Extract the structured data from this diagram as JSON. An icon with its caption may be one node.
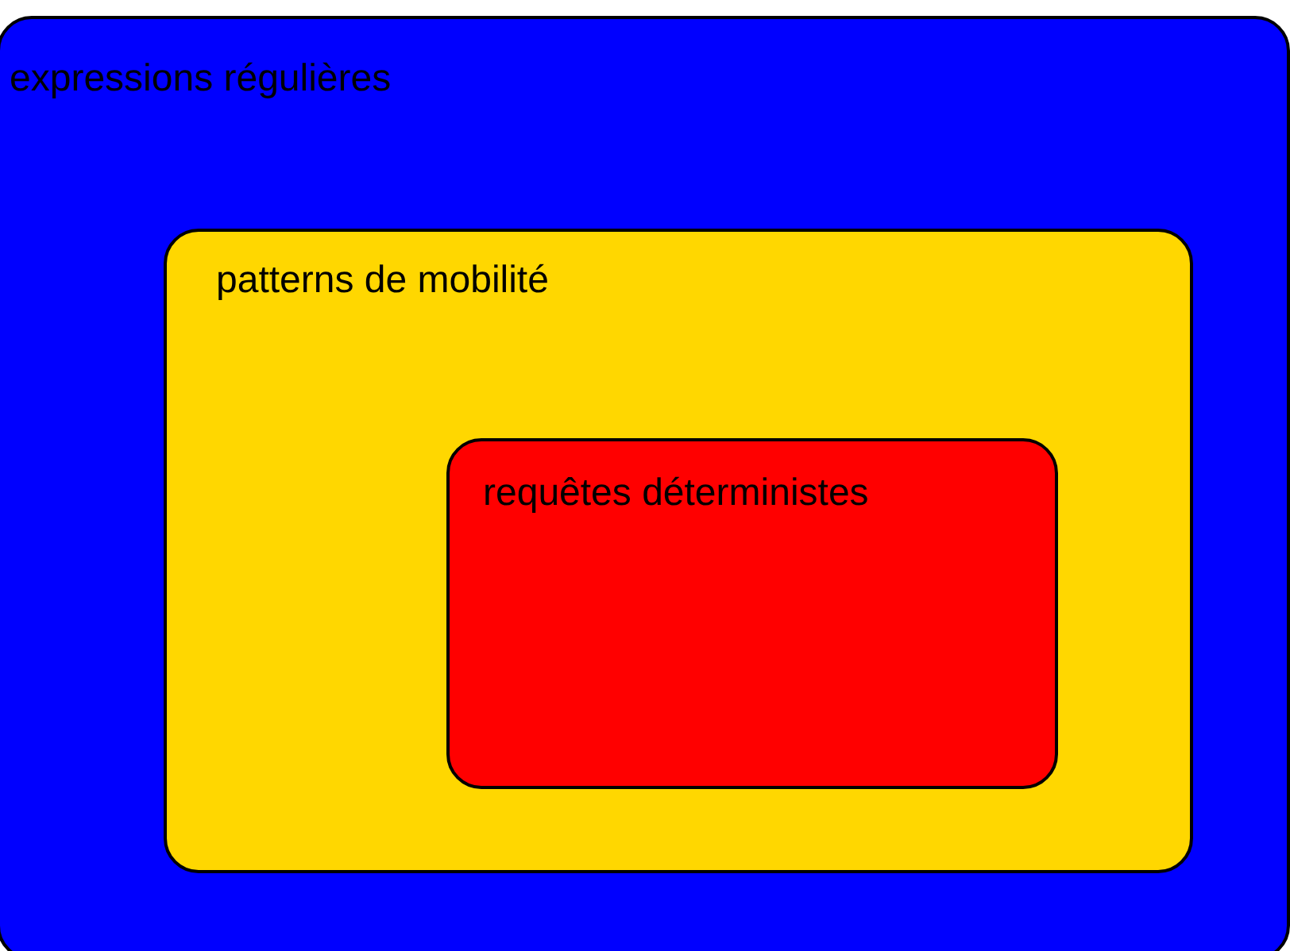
{
  "diagram": {
    "nodes": [
      {
        "text": [
          "expressions régulières"
        ]
      },
      {
        "text": [
          "patterns de mobilité"
        ],
        "in": 0
      },
      {
        "text": [
          "requêtes déterministes"
        ],
        "in": 1
      }
    ]
  }
}
